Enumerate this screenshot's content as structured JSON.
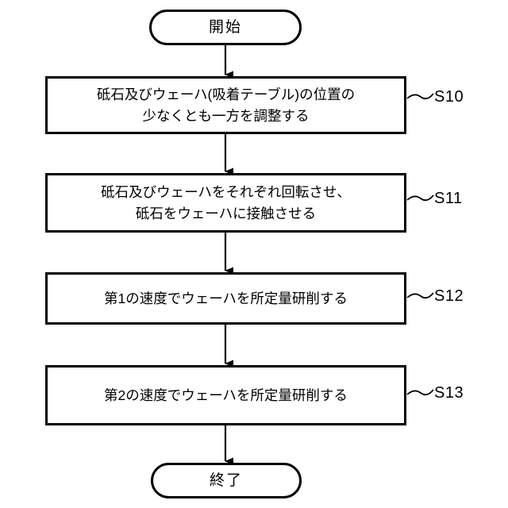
{
  "diagram": {
    "type": "flowchart",
    "orientation": "vertical",
    "title": "",
    "colors": {
      "stroke": "#000000",
      "fill": "#ffffff",
      "text": "#000000"
    }
  },
  "nodes": {
    "start": {
      "shape": "terminator",
      "label": "開始"
    },
    "s10": {
      "shape": "process",
      "line1": "砥石及びウェーハ(吸着テーブル)の位置の",
      "line2": "少なくとも一方を調整する",
      "step": "S10"
    },
    "s11": {
      "shape": "process",
      "line1": "砥石及びウェーハをそれぞれ回転させ、",
      "line2": "砥石をウェーハに接触させる",
      "step": "S11"
    },
    "s12": {
      "shape": "process",
      "line1": "第1の速度でウェーハを所定量研削する",
      "line2": "",
      "step": "S12"
    },
    "s13": {
      "shape": "process",
      "line1": "第2の速度でウェーハを所定量研削する",
      "line2": "",
      "step": "S13"
    },
    "end": {
      "shape": "terminator",
      "label": "終了"
    }
  },
  "connectors": [
    {
      "from": "start",
      "to": "s10",
      "arrow": "down"
    },
    {
      "from": "s10",
      "to": "s11",
      "arrow": "down"
    },
    {
      "from": "s11",
      "to": "s12",
      "arrow": "down"
    },
    {
      "from": "s12",
      "to": "s13",
      "arrow": "down"
    },
    {
      "from": "s13",
      "to": "end",
      "arrow": "down"
    }
  ],
  "leaders": [
    {
      "for": "s10",
      "style": "wavy"
    },
    {
      "for": "s11",
      "style": "wavy"
    },
    {
      "for": "s12",
      "style": "wavy"
    },
    {
      "for": "s13",
      "style": "wavy"
    }
  ]
}
